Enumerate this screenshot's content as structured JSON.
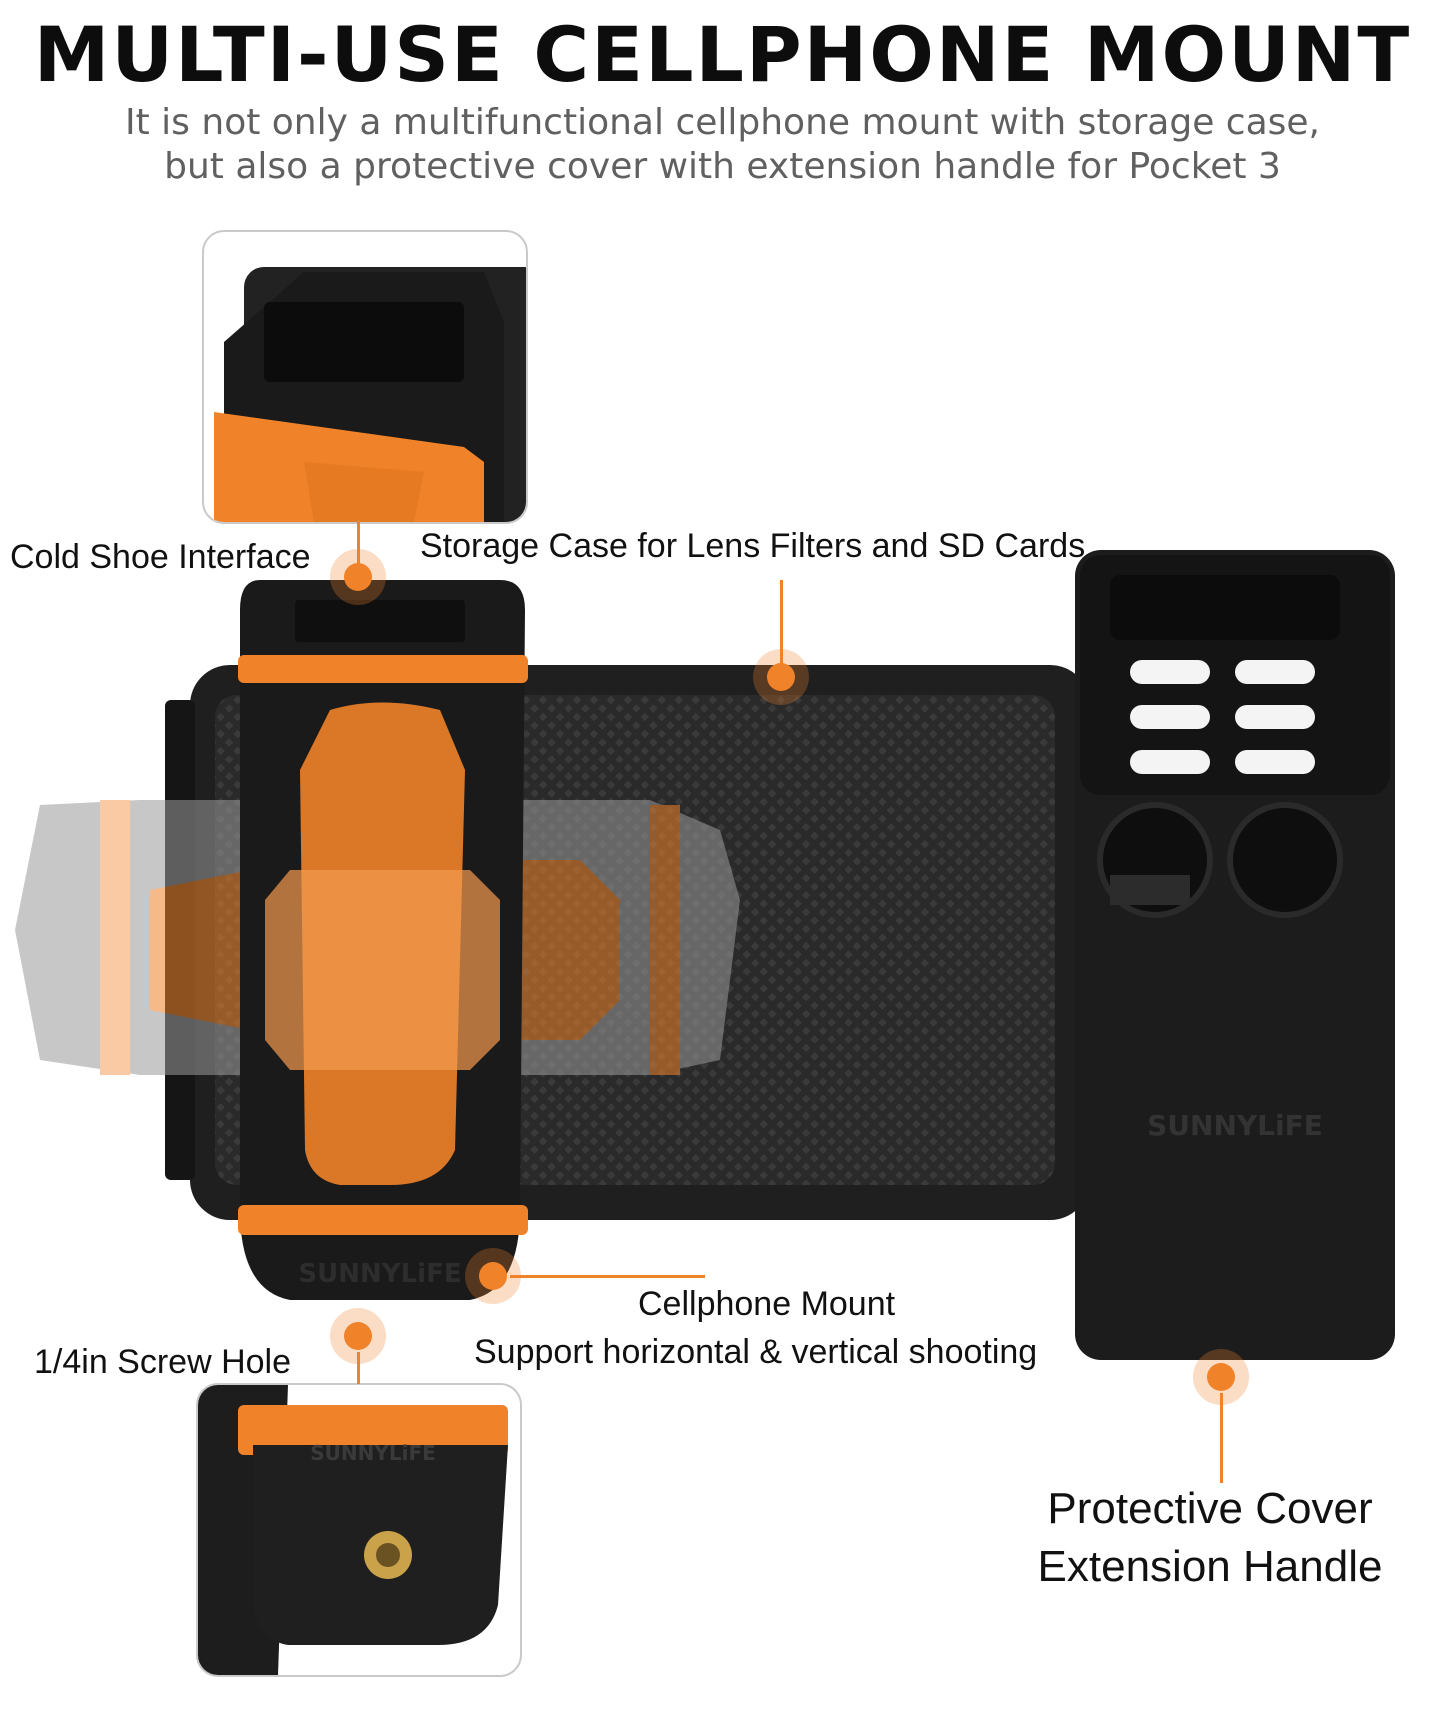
{
  "header": {
    "title": "MULTI-USE CELLPHONE MOUNT",
    "subtitle_line1": "It is not only a multifunctional cellphone mount with storage case,",
    "subtitle_line2": "but also a protective cover with extension handle for Pocket 3"
  },
  "callouts": {
    "cold_shoe": "Cold Shoe Interface",
    "storage_case": "Storage Case for Lens Filters and SD Cards",
    "cellphone_mount_line1": "Cellphone Mount",
    "cellphone_mount_line2": "Support horizontal & vertical shooting",
    "screw_hole": "1/4in Screw Hole",
    "protective_line1": "Protective Cover",
    "protective_line2": "Extension Handle"
  },
  "brand": {
    "logo_text": "SUNNYLiFE"
  },
  "colors": {
    "accent": "#f0832a",
    "body": "#1e1e1e",
    "subtitle": "#606060"
  }
}
